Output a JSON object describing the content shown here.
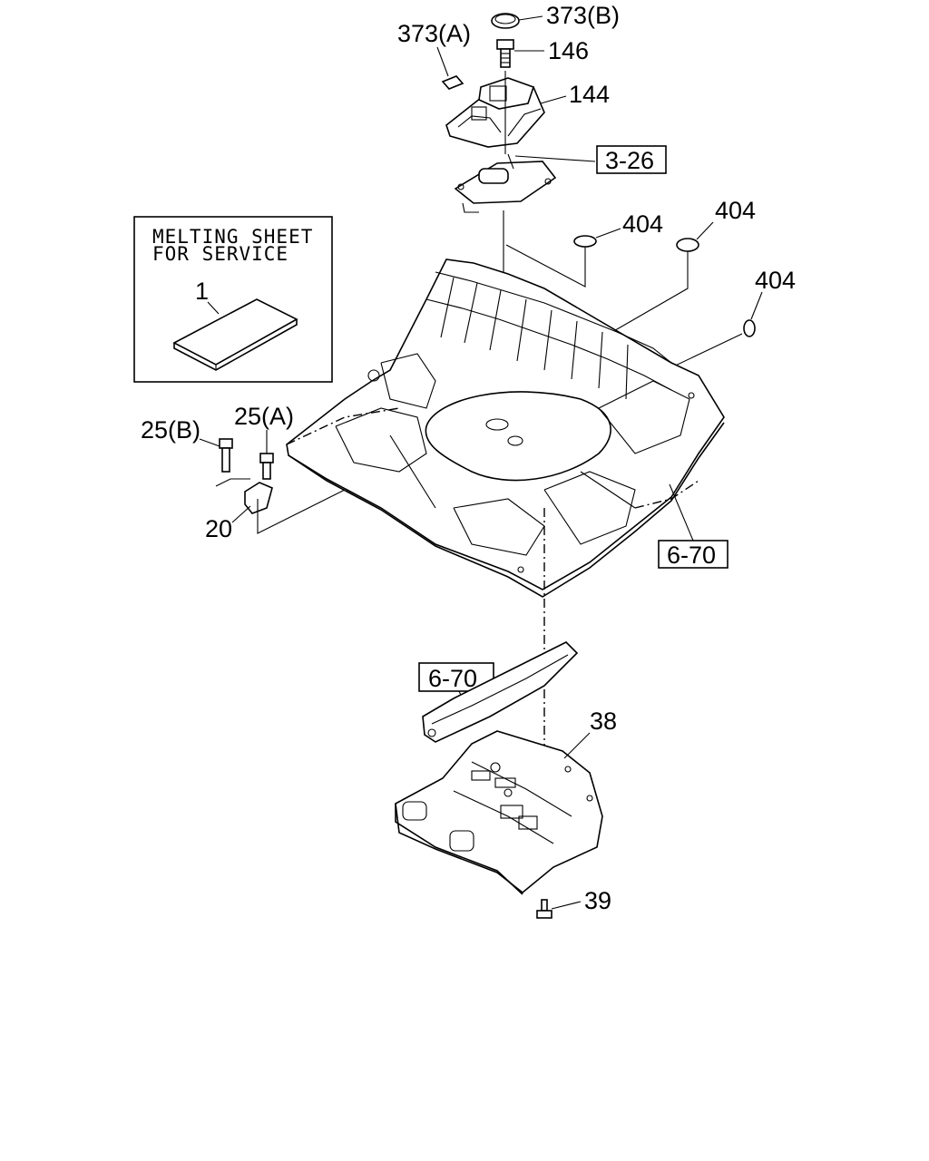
{
  "note_box": {
    "line1": "MELTING SHEET",
    "line2": "FOR SERVICE",
    "part_no": "1"
  },
  "callouts": {
    "p373b": "373(B)",
    "p373a": "373(A)",
    "p146": "146",
    "p144": "144",
    "p404a": "404",
    "p404b": "404",
    "p404c": "404",
    "p25b": "25(B)",
    "p25a": "25(A)",
    "p20": "20",
    "p38": "38",
    "p39": "39"
  },
  "reference_boxes": {
    "ref_3_26": "3-26",
    "ref_6_70_right": "6-70",
    "ref_6_70_left": "6-70"
  }
}
